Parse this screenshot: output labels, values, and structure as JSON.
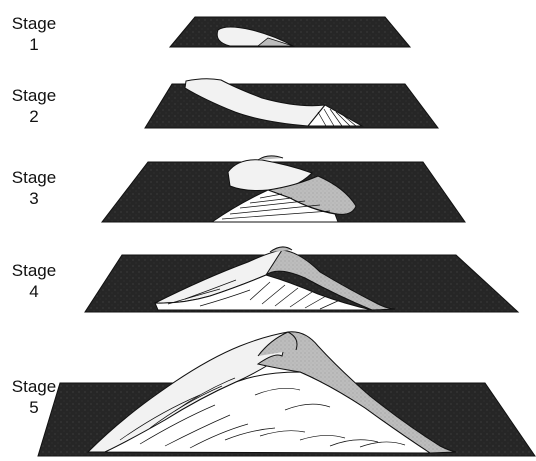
{
  "stages": [
    {
      "word": "Stage",
      "number": "1"
    },
    {
      "word": "Stage",
      "number": "2"
    },
    {
      "word": "Stage",
      "number": "3"
    },
    {
      "word": "Stage",
      "number": "4"
    },
    {
      "word": "Stage",
      "number": "5"
    }
  ],
  "colors": {
    "ground": "#262626",
    "ground_speckle": "#4a4a4a",
    "sand_light": "#f2f2f2",
    "sand_shaded": "#bdbdbd",
    "outline": "#111111",
    "background": "#ffffff"
  }
}
